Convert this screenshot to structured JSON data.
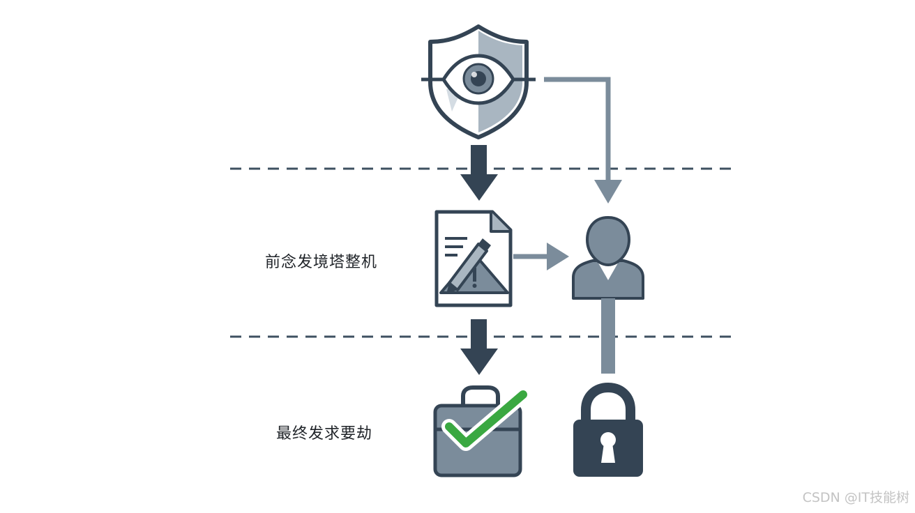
{
  "labels": {
    "middle_stage": "前念发境塔整机",
    "bottom_stage": "最终发求要劫"
  },
  "watermark": "CSDN @IT技能树",
  "icons": {
    "top": "shield-eye-icon",
    "middle_left": "document-pen-warning-icon",
    "middle_right": "person-icon",
    "bottom_left": "briefcase-check-icon",
    "bottom_right": "padlock-icon"
  },
  "colors": {
    "dark": "#344454",
    "medium": "#7b8c9b",
    "light": "#a9b6c1",
    "check": "#3aa841",
    "divider": "#3e5060"
  }
}
